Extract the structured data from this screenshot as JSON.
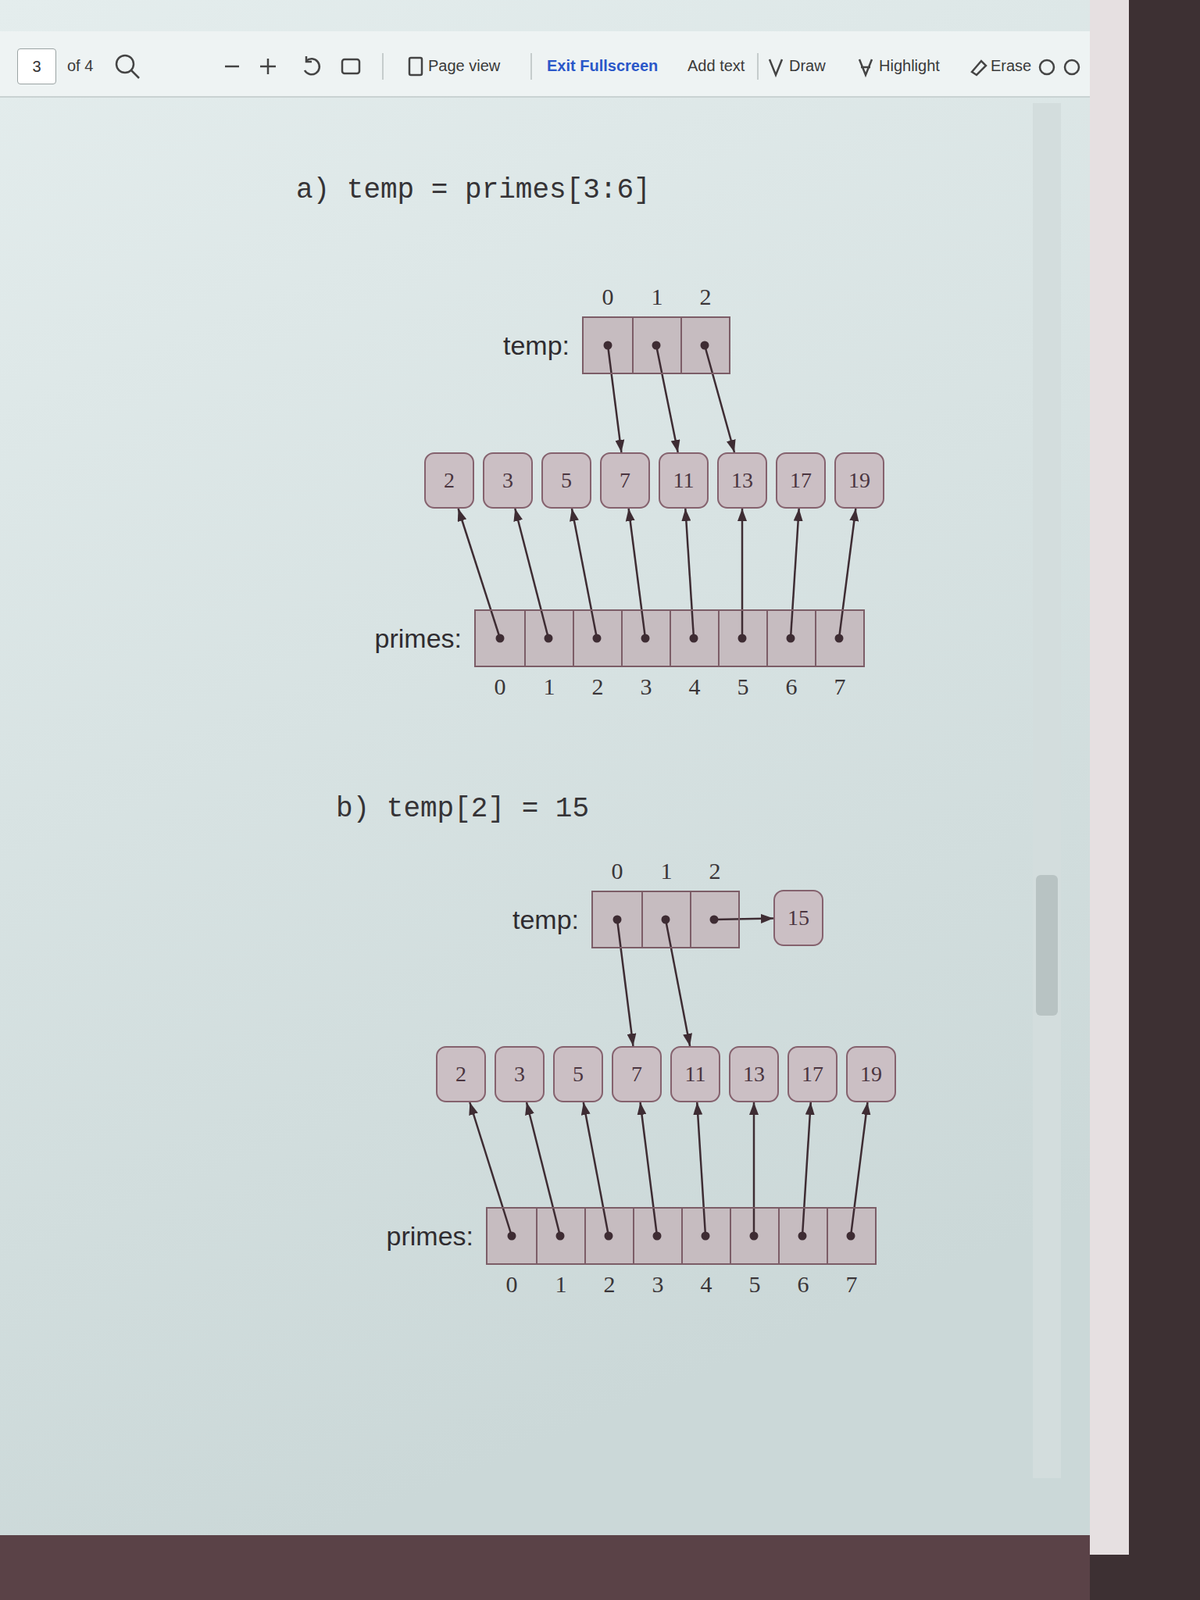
{
  "diagram": {
    "nodes": [
      {
        "text": [
          "3"
        ]
      },
      {
        "text": [
          "temp:"
        ]
      },
      {
        "text": [
          "0"
        ],
        "in": 1
      },
      {
        "text": [
          "1"
        ],
        "in": 1
      },
      {
        "text": [
          "2"
        ],
        "in": 1
      },
      {
        "text": [
          "2"
        ]
      },
      {
        "text": [
          "3"
        ]
      },
      {
        "text": [
          "5"
        ]
      },
      {
        "text": [
          "7"
        ]
      },
      {
        "text": [
          "11"
        ]
      },
      {
        "text": [
          "13"
        ]
      },
      {
        "text": [
          "17"
        ]
      },
      {
        "text": [
          "19"
        ]
      },
      {
        "text": [
          "primes:"
        ]
      },
      {
        "text": [
          "0"
        ],
        "in": 13
      },
      {
        "text": [
          "1"
        ],
        "in": 13
      },
      {
        "text": [
          "2"
        ],
        "in": 13
      },
      {
        "text": [
          "3"
        ],
        "in": 13
      },
      {
        "text": [
          "4"
        ],
        "in": 13
      },
      {
        "text": [
          "5"
        ],
        "in": 13
      },
      {
        "text": [
          "6"
        ],
        "in": 13
      },
      {
        "text": [
          "7"
        ],
        "in": 13
      },
      {
        "text": [
          "temp:"
        ]
      },
      {
        "text": [
          "0"
        ],
        "in": 22
      },
      {
        "text": [
          "1"
        ],
        "in": 22
      },
      {
        "text": [
          "2"
        ],
        "in": 22
      },
      {
        "text": [
          "15"
        ]
      },
      {
        "text": [
          "2"
        ]
      },
      {
        "text": [
          "3"
        ]
      },
      {
        "text": [
          "5"
        ]
      },
      {
        "text": [
          "7"
        ]
      },
      {
        "text": [
          "11"
        ]
      },
      {
        "text": [
          "13"
        ]
      },
      {
        "text": [
          "17"
        ]
      },
      {
        "text": [
          "19"
        ]
      },
      {
        "text": [
          "primes:"
        ]
      },
      {
        "text": [
          "0"
        ],
        "in": 35
      },
      {
        "text": [
          "1"
        ],
        "in": 35
      },
      {
        "text": [
          "2"
        ],
        "in": 35
      },
      {
        "text": [
          "3"
        ],
        "in": 35
      },
      {
        "text": [
          "4"
        ],
        "in": 35
      },
      {
        "text": [
          "5"
        ],
        "in": 35
      },
      {
        "text": [
          "6"
        ],
        "in": 35
      },
      {
        "text": [
          "7"
        ],
        "in": 35
      }
    ],
    "edges": [
      {
        "from": 2,
        "to": 8,
        "arrow": "to"
      },
      {
        "from": 3,
        "to": 9,
        "arrow": "to"
      },
      {
        "from": 4,
        "to": 10,
        "arrow": "to"
      },
      {
        "from": 14,
        "to": 5,
        "arrow": "to"
      },
      {
        "from": 15,
        "to": 6,
        "arrow": "to"
      },
      {
        "from": 16,
        "to": 7,
        "arrow": "to"
      },
      {
        "from": 17,
        "to": 8,
        "arrow": "to"
      },
      {
        "from": 18,
        "to": 9,
        "arrow": "to"
      },
      {
        "from": 19,
        "to": 10,
        "arrow": "to"
      },
      {
        "from": 20,
        "to": 11,
        "arrow": "to"
      },
      {
        "from": 21,
        "to": 12,
        "arrow": "to"
      },
      {
        "from": 23,
        "to": 30,
        "arrow": "to"
      },
      {
        "from": 24,
        "to": 31,
        "arrow": "to"
      },
      {
        "from": 25,
        "to": 26,
        "arrow": "to"
      },
      {
        "from": 36,
        "to": 27,
        "arrow": "to"
      },
      {
        "from": 37,
        "to": 28,
        "arrow": "to"
      },
      {
        "from": 38,
        "to": 29,
        "arrow": "to"
      },
      {
        "from": 39,
        "to": 30,
        "arrow": "to"
      },
      {
        "from": 40,
        "to": 31,
        "arrow": "to"
      },
      {
        "from": 41,
        "to": 32,
        "arrow": "to"
      },
      {
        "from": 42,
        "to": 33,
        "arrow": "to"
      },
      {
        "from": 43,
        "to": 34,
        "arrow": "to"
      }
    ],
    "labels": [
      "of 4",
      "Page view",
      "Exit Fullscreen",
      "Add text",
      "Draw",
      "Highlight",
      "Erase",
      "a) temp = primes[3:6]",
      "b) temp[2] = 15"
    ]
  }
}
